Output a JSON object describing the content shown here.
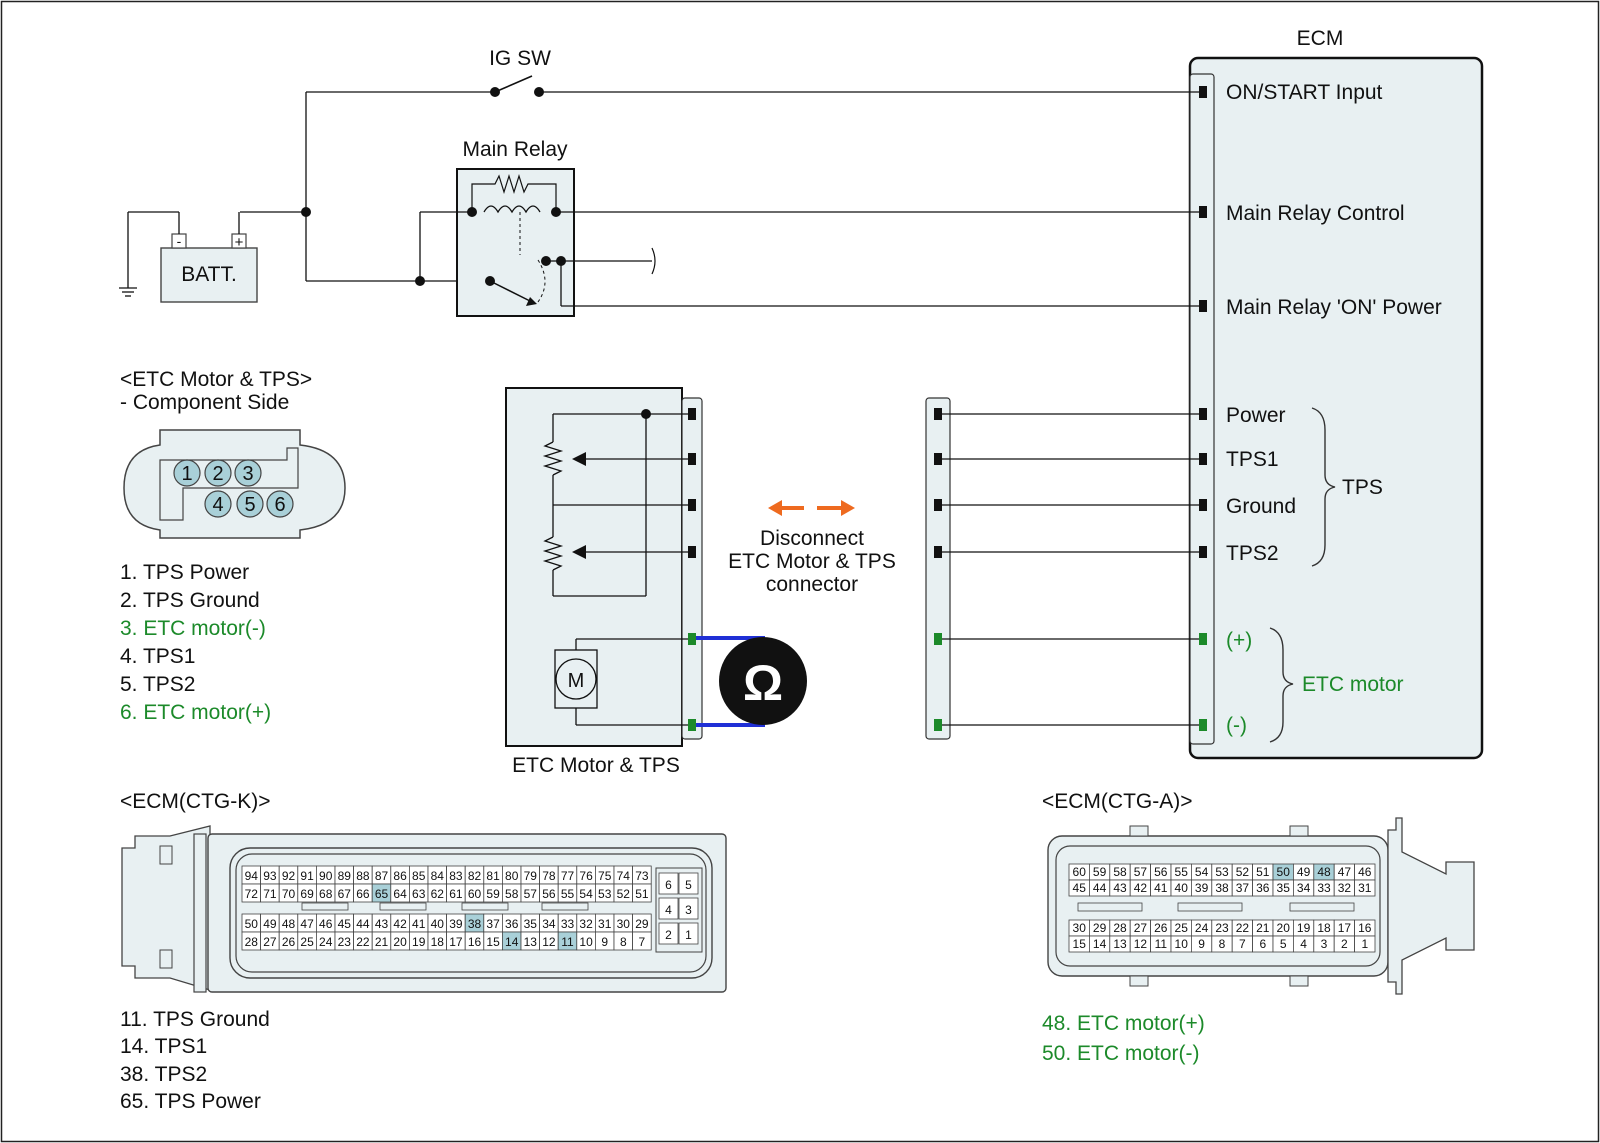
{
  "colors": {
    "panel": "#e8f0f2",
    "highlight": "#a9d0d8",
    "green": "#1c8a2a",
    "orange": "#ee6a1f",
    "probe": "#1f2fd6"
  },
  "ig_sw": {
    "label": "IG SW"
  },
  "main_relay": {
    "label": "Main Relay"
  },
  "battery": {
    "label": "BATT.",
    "neg": "-",
    "pos": "+"
  },
  "ecm": {
    "title": "ECM",
    "pins": {
      "on_start": "ON/START Input",
      "relay_control": "Main Relay Control",
      "relay_on_power": "Main Relay 'ON' Power",
      "power": "Power",
      "tps1": "TPS1",
      "ground": "Ground",
      "tps2": "TPS2",
      "motor_plus": "(+)",
      "motor_minus": "(-)"
    },
    "group_tps": "TPS",
    "group_motor": "ETC motor"
  },
  "component": {
    "header": "<ETC Motor & TPS>",
    "subheader": "- Component Side",
    "pin_numbers": [
      "1",
      "2",
      "3",
      "4",
      "5",
      "6"
    ],
    "pin_list": [
      "1. TPS Power",
      "2. TPS Ground",
      "3. ETC motor(-)",
      "4. TPS1",
      "5. TPS2",
      "6. ETC motor(+)"
    ],
    "name": "ETC Motor & TPS",
    "motor_symbol": "M"
  },
  "meter": {
    "symbol": "Ω"
  },
  "instruction": {
    "line1": "Disconnect",
    "line2": "ETC Motor & TPS",
    "line3": "connector"
  },
  "ctg_k": {
    "header": "<ECM(CTG-K)>",
    "rows": [
      [
        "94",
        "93",
        "92",
        "91",
        "90",
        "89",
        "88",
        "87",
        "86",
        "85",
        "84",
        "83",
        "82",
        "81",
        "80",
        "79",
        "78",
        "77",
        "76",
        "75",
        "74",
        "73"
      ],
      [
        "72",
        "71",
        "70",
        "69",
        "68",
        "67",
        "66",
        "65",
        "64",
        "63",
        "62",
        "61",
        "60",
        "59",
        "58",
        "57",
        "56",
        "55",
        "54",
        "53",
        "52",
        "51"
      ],
      [
        "50",
        "49",
        "48",
        "47",
        "46",
        "45",
        "44",
        "43",
        "42",
        "41",
        "40",
        "39",
        "38",
        "37",
        "36",
        "35",
        "34",
        "33",
        "32",
        "31",
        "30",
        "29"
      ],
      [
        "28",
        "27",
        "26",
        "25",
        "24",
        "23",
        "22",
        "21",
        "20",
        "19",
        "18",
        "17",
        "16",
        "15",
        "14",
        "13",
        "12",
        "11",
        "10",
        "9",
        "8",
        "7"
      ]
    ],
    "side": [
      [
        "6",
        "5"
      ],
      [
        "4",
        "3"
      ],
      [
        "2",
        "1"
      ]
    ],
    "highlight": [
      "65",
      "38",
      "14",
      "11"
    ],
    "notes": [
      "11. TPS Ground",
      "14. TPS1",
      "38. TPS2",
      "65. TPS Power"
    ]
  },
  "ctg_a": {
    "header": "<ECM(CTG-A)>",
    "rows": [
      [
        "60",
        "59",
        "58",
        "57",
        "56",
        "55",
        "54",
        "53",
        "52",
        "51",
        "50",
        "49",
        "48",
        "47",
        "46"
      ],
      [
        "45",
        "44",
        "43",
        "42",
        "41",
        "40",
        "39",
        "38",
        "37",
        "36",
        "35",
        "34",
        "33",
        "32",
        "31"
      ],
      [
        "30",
        "29",
        "28",
        "27",
        "26",
        "25",
        "24",
        "23",
        "22",
        "21",
        "20",
        "19",
        "18",
        "17",
        "16"
      ],
      [
        "15",
        "14",
        "13",
        "12",
        "11",
        "10",
        "9",
        "8",
        "7",
        "6",
        "5",
        "4",
        "3",
        "2",
        "1"
      ]
    ],
    "highlight": [
      "50",
      "48"
    ],
    "notes": [
      "48. ETC motor(+)",
      "50. ETC motor(-)"
    ]
  }
}
